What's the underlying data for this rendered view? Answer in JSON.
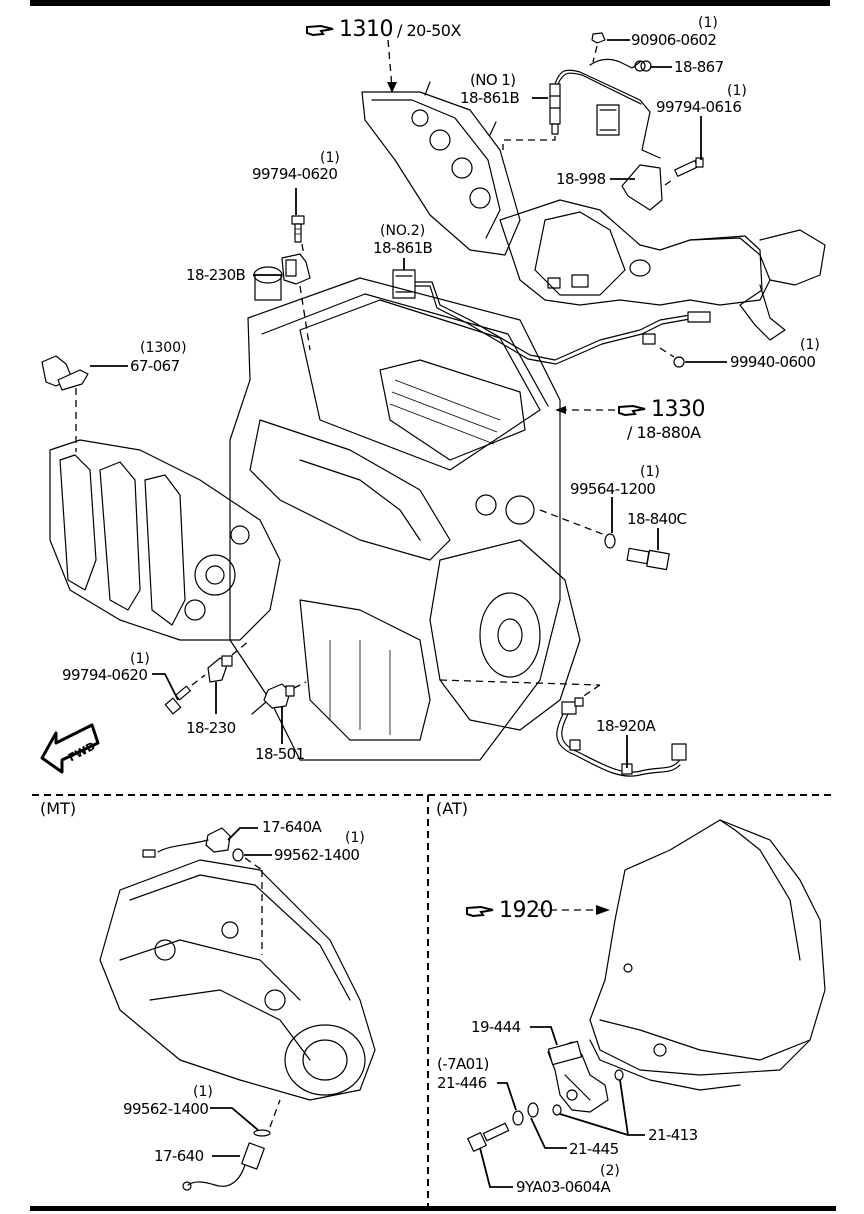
{
  "diagram": {
    "title": "Engine sensors and switches parts diagram",
    "references": [
      {
        "id": "ref-1310",
        "page": "1310",
        "sub": "/ 20-50X"
      },
      {
        "id": "ref-1330",
        "page": "1330",
        "sub": "/ 18-880A"
      },
      {
        "id": "ref-1920",
        "page": "1920",
        "sub": ""
      }
    ],
    "parts": {
      "p90906_0602": {
        "number": "90906-0602",
        "qty": "(1)"
      },
      "p18_867": {
        "number": "18-867"
      },
      "p18_861B_no1": {
        "number": "18-861B",
        "note": "(NO 1)"
      },
      "p99794_0616": {
        "number": "99794-0616",
        "qty": "(1)"
      },
      "p18_998": {
        "number": "18-998"
      },
      "p99794_0620_top": {
        "number": "99794-0620",
        "qty": "(1)"
      },
      "p18_230B": {
        "number": "18-230B"
      },
      "p18_861B_no2": {
        "number": "18-861B",
        "note": "(NO.2)"
      },
      "p67_067": {
        "number": "67-067",
        "note": "(1300)"
      },
      "p99940_0600": {
        "number": "99940-0600",
        "qty": "(1)"
      },
      "p99564_1200": {
        "number": "99564-1200",
        "qty": "(1)"
      },
      "p18_840C": {
        "number": "18-840C"
      },
      "p99794_0620_low": {
        "number": "99794-0620",
        "qty": "(1)"
      },
      "p18_230": {
        "number": "18-230"
      },
      "p18_501": {
        "number": "18-501"
      },
      "p18_920A": {
        "number": "18-920A"
      },
      "p17_640A": {
        "number": "17-640A"
      },
      "p99562_1400_top": {
        "number": "99562-1400",
        "qty": "(1)"
      },
      "p99562_1400_low": {
        "number": "99562-1400",
        "qty": "(1)"
      },
      "p17_640": {
        "number": "17-640"
      },
      "p19_444": {
        "number": "19-444"
      },
      "p21_446": {
        "number": "21-446",
        "note": "(-7A01)"
      },
      "p21_413": {
        "number": "21-413"
      },
      "p21_445": {
        "number": "21-445"
      },
      "p9YA03_0604A": {
        "number": "9YA03-0604A",
        "qty": "(2)"
      }
    },
    "sections": {
      "mt": "(MT)",
      "at": "(AT)"
    },
    "fwd_label": "FWD"
  }
}
